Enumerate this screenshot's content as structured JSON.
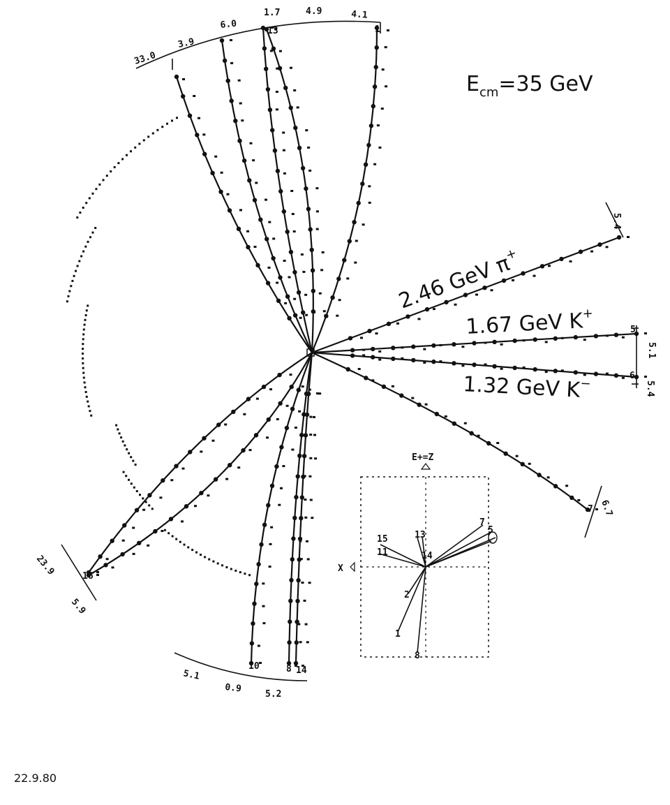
{
  "energy": {
    "prefix": "E",
    "sub": "cm",
    "rest": "=35 GeV"
  },
  "particles": [
    {
      "energy": "2.46 GeV",
      "symbol": "π",
      "charge": "+"
    },
    {
      "energy": "1.67 GeV",
      "symbol": "K",
      "charge": "+"
    },
    {
      "energy": "1.32 GeV",
      "symbol": "K",
      "charge": "−"
    }
  ],
  "top_momenta": [
    "33.0",
    "3.9",
    "6.0",
    "1.7",
    "4.9",
    "4.1"
  ],
  "top_track_ids": [
    "13",
    "1"
  ],
  "right_labels": [
    "5.4",
    "5",
    "5.1",
    "6",
    "5.4",
    "7",
    "6.7"
  ],
  "left_labels": [
    "23.9",
    "16",
    "5.9"
  ],
  "bottom_labels": [
    "5.1",
    "0.9",
    "5.2"
  ],
  "bottom_track_ids": [
    "10",
    "8",
    "14"
  ],
  "inset": {
    "axis_top": "E+=Z",
    "axis_left": "X",
    "ids": [
      "15",
      "11",
      "13",
      "14",
      "7",
      "5",
      "2",
      "1",
      "8"
    ]
  },
  "date": "22.9.80"
}
